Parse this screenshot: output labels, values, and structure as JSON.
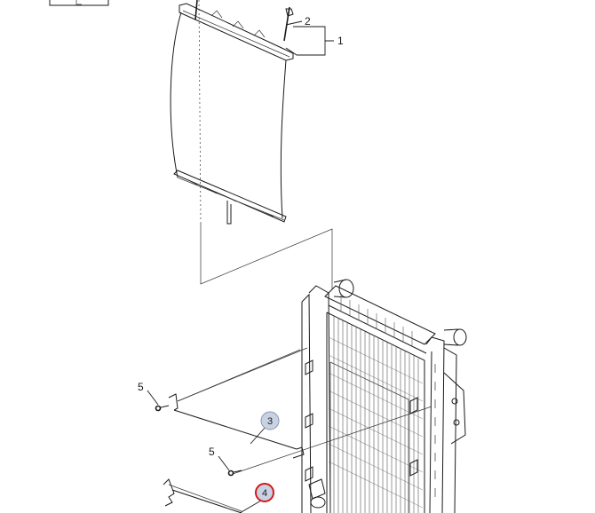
{
  "labels": {
    "item_1": "1",
    "item_2": "2",
    "item_3": "3",
    "item_4": "4",
    "item_5_upper": "5",
    "item_5_lower": "5"
  },
  "callouts": {
    "item_3_fill": "#c9d2e3",
    "item_3_stroke": "#8a96b3",
    "item_4_fill": "#c9d2e3",
    "item_4_stroke": "#d11a1a"
  },
  "colors": {
    "line": "#1a1a1a",
    "background": "#ffffff"
  }
}
